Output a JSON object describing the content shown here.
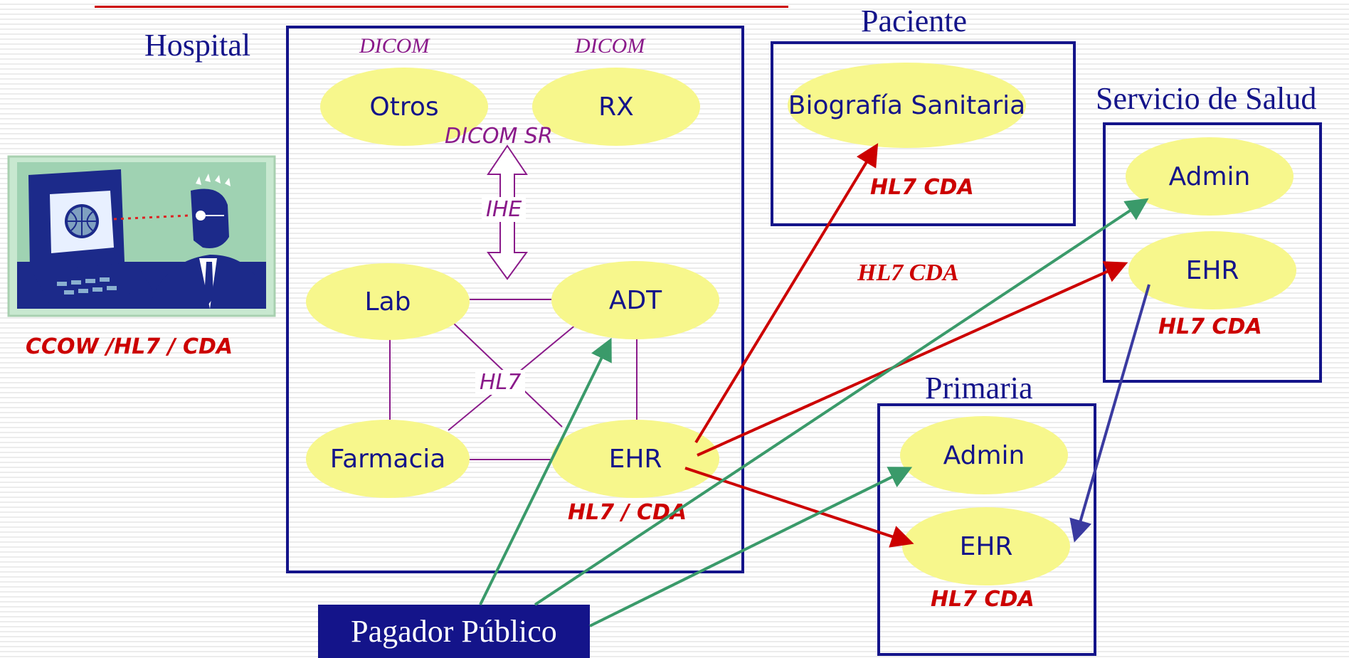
{
  "titles": {
    "hospital": "Hospital",
    "paciente": "Paciente",
    "servicio": "Servicio de Salud",
    "primaria": "Primaria"
  },
  "hospital": {
    "dicom_left": "DICOM",
    "dicom_right": "DICOM",
    "otros": "Otros",
    "rx": "RX",
    "dicom_sr": "DICOM SR",
    "ihe": "IHE",
    "lab": "Lab",
    "adt": "ADT",
    "hl7": "HL7",
    "farmacia": "Farmacia",
    "ehr": "EHR",
    "ehr_standard": "HL7 / CDA"
  },
  "paciente": {
    "biografia": "Biografía Sanitaria",
    "standard": "HL7 CDA"
  },
  "middle_label": "HL7 CDA",
  "servicio": {
    "admin": "Admin",
    "ehr": "EHR",
    "standard": "HL7 CDA"
  },
  "primaria": {
    "admin": "Admin",
    "ehr": "EHR",
    "standard": "HL7 CDA"
  },
  "workstation_label": "CCOW /HL7 / CDA",
  "pagador": "Pagador Público",
  "icons": [
    "workstation-clipart-icon"
  ],
  "colors": {
    "box_border": "#14148a",
    "ellipse_fill": "#f7f78c",
    "red_arrow": "#cc0000",
    "green_arrow": "#3a9a6a",
    "blue_arrow": "#3a3aa0",
    "hl7_lines": "#8a1a8a"
  }
}
